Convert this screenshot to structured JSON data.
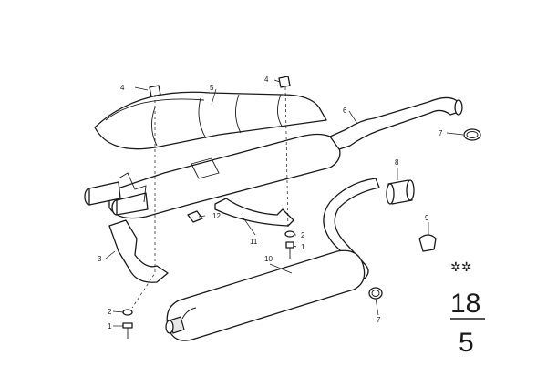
{
  "callouts": {
    "c1a": "1",
    "c1b": "1",
    "c2a": "2",
    "c2b": "2",
    "c3": "3",
    "c4a": "4",
    "c4b": "4",
    "c5": "5",
    "c6": "6",
    "c7a": "7",
    "c7b": "7",
    "c8": "8",
    "c9": "9",
    "c10": "10",
    "c11": "11",
    "c12": "12"
  },
  "reference": {
    "group": "18",
    "sub": "5",
    "stars": "✲✲"
  }
}
